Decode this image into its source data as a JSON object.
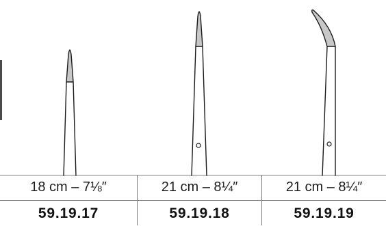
{
  "instruments": [
    {
      "size": "18 cm – 7⅛″",
      "code": "59.19.17",
      "tip": "straight"
    },
    {
      "size": "21 cm – 8¼″",
      "code": "59.19.18",
      "tip": "straight"
    },
    {
      "size": "21 cm – 8¼″",
      "code": "59.19.19",
      "tip": "curved"
    }
  ],
  "colors": {
    "outline": "#1a1a1a",
    "tip_fill": "#c8c8c8",
    "grid": "#7a7a7a"
  }
}
